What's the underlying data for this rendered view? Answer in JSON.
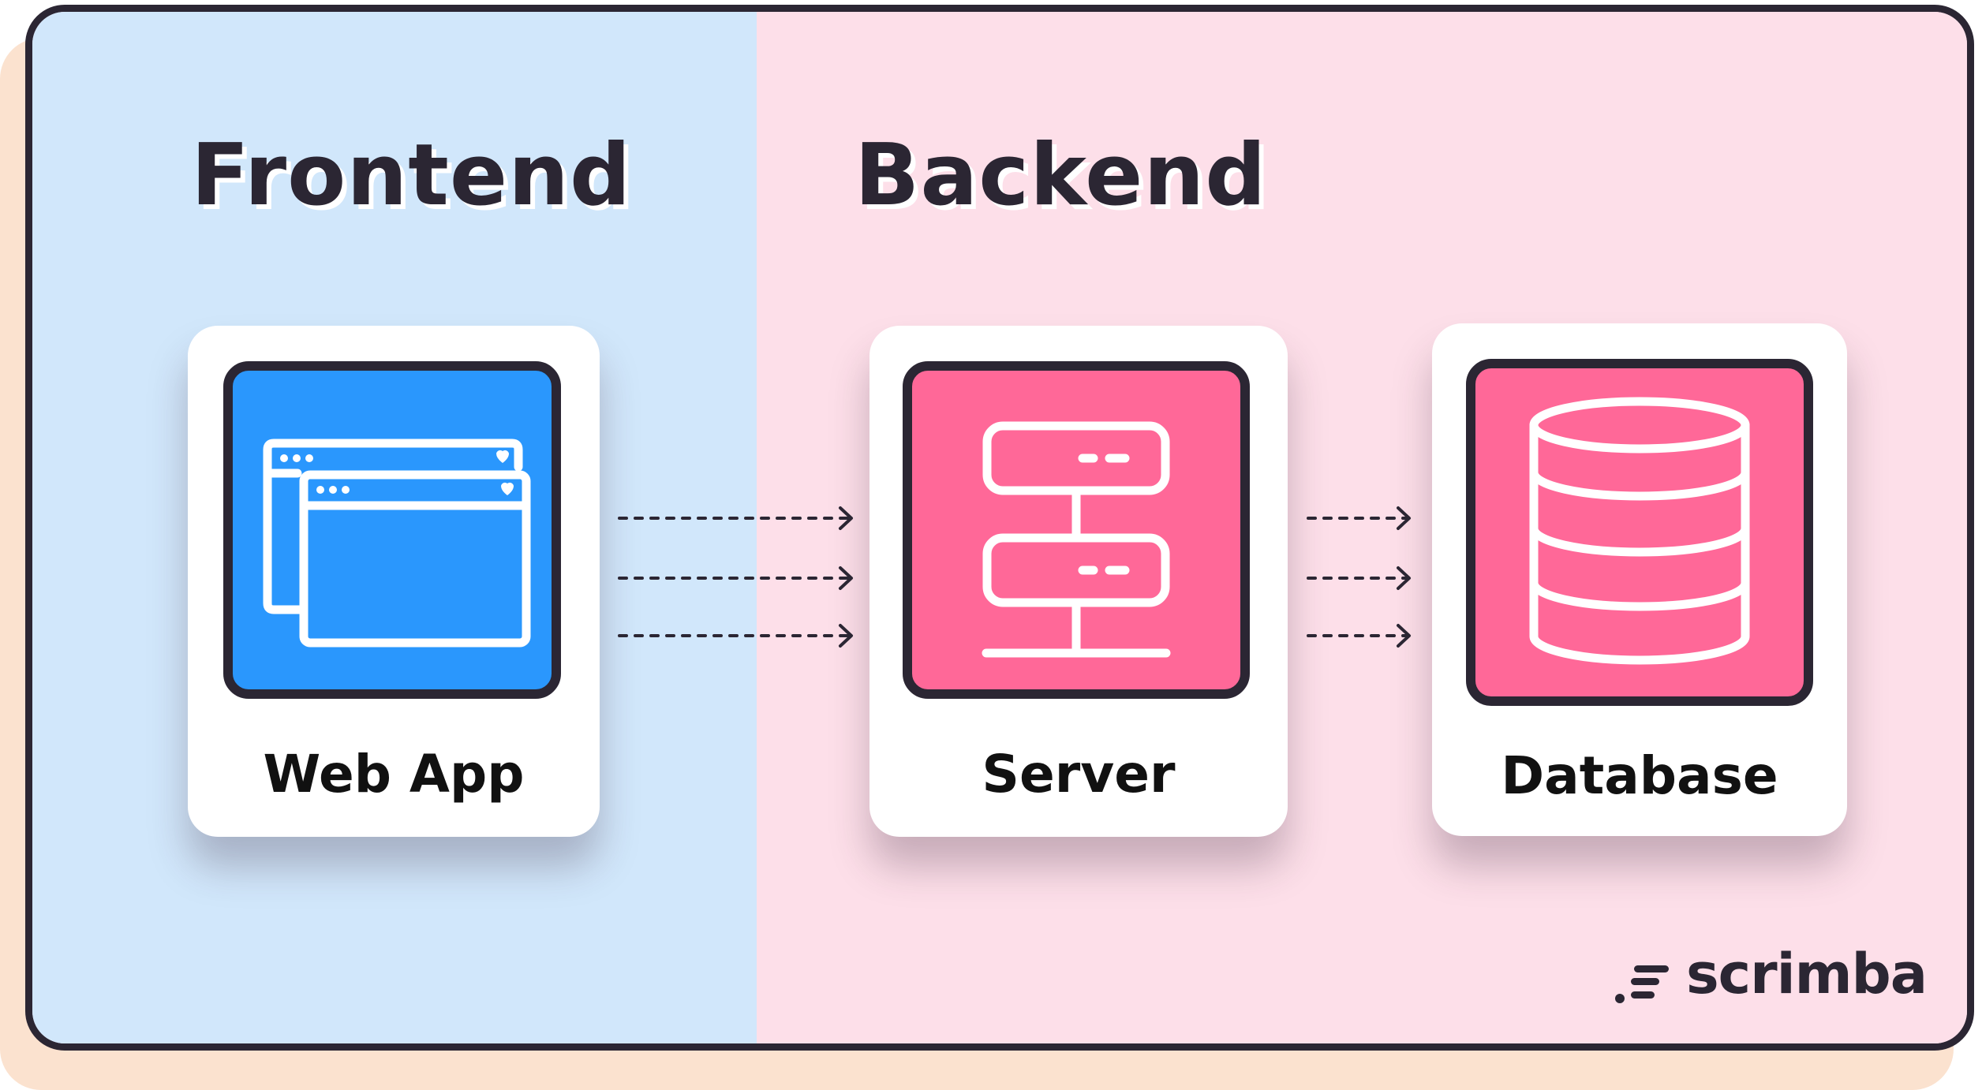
{
  "sections": {
    "frontend_title": "Frontend",
    "backend_title": "Backend"
  },
  "nodes": [
    {
      "id": "web-app",
      "label": "Web App",
      "icon": "browser-windows-icon",
      "color": "#2a97fd"
    },
    {
      "id": "server",
      "label": "Server",
      "icon": "server-rack-icon",
      "color": "#ff6898"
    },
    {
      "id": "database",
      "label": "Database",
      "icon": "database-icon",
      "color": "#ff6898"
    }
  ],
  "connections": [
    {
      "from": "web-app",
      "to": "server",
      "style": "dotted",
      "count": 3
    },
    {
      "from": "server",
      "to": "database",
      "style": "dotted",
      "count": 3
    }
  ],
  "brand": {
    "name": "scrimba"
  },
  "colors": {
    "frontend_bg": "#d1e7fb",
    "backend_bg": "#fddfe9",
    "outline": "#2b2633",
    "frame_shadow": "#fbe2cf"
  }
}
